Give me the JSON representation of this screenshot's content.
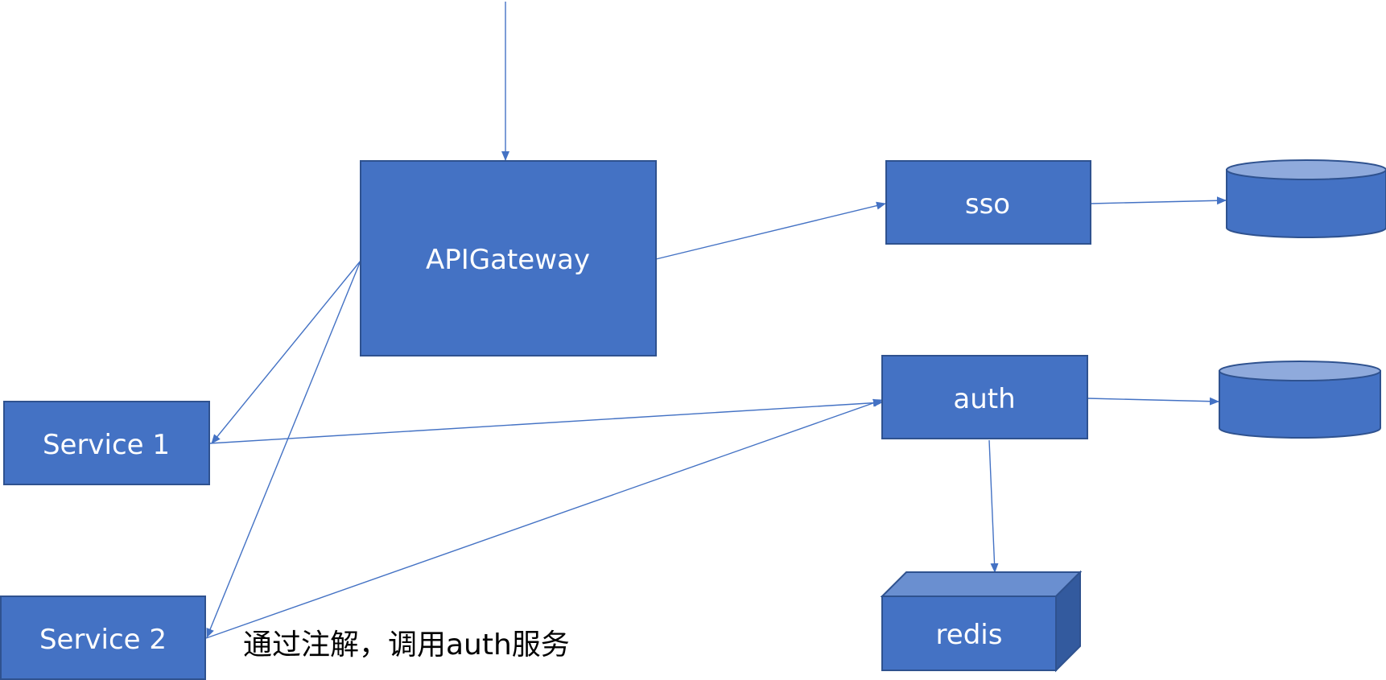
{
  "colors": {
    "box_fill": "#4472C4",
    "box_stroke": "#2F528F",
    "cylinder_top": "#8FAADC",
    "cube_top": "#6A8FD0",
    "cube_side": "#335A9E",
    "connector": "#4472C4",
    "label_text": "#FFFFFF",
    "caption_text": "#000000"
  },
  "nodes": {
    "apigateway": "APIGateway",
    "sso": "sso",
    "auth": "auth",
    "service1": "Service 1",
    "service2": "Service 2",
    "redis": "redis"
  },
  "caption": "通过注解，调用auth服务"
}
